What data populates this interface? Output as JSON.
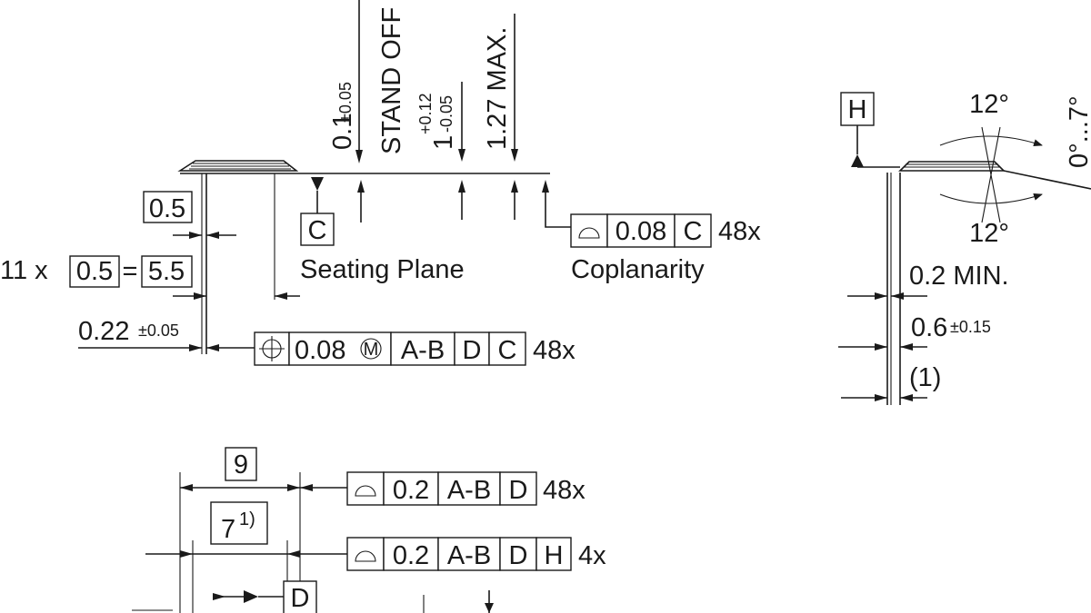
{
  "side_view": {
    "standoff_label": "STAND OFF",
    "standoff_value": "0.1",
    "standoff_tol": "±0.05",
    "height_value": "1",
    "height_tol_plus": "+0.12",
    "height_tol_minus": "-0.05",
    "max_height": "1.27 MAX.",
    "datum_c": "C",
    "seating_plane": "Seating Plane",
    "coplanarity_tol": "0.08",
    "coplanarity_datum": "C",
    "coplanarity_count": "48x",
    "coplanarity_label": "Coplanarity",
    "pitch": "0.5",
    "pitch_prefix": "11 x",
    "pitch_mult": "0.5",
    "pitch_equals": "=",
    "pitch_total": "5.5",
    "lead_width": "0.22",
    "lead_width_tol": "±0.05",
    "position_tol": "0.08",
    "position_modifier": "M",
    "position_datum_1": "A-B",
    "position_datum_2": "D",
    "position_datum_3": "C",
    "position_count": "48x"
  },
  "lead_detail": {
    "datum_h": "H",
    "angle_top": "12°",
    "angle_bottom": "12°",
    "angle_range": "0°...7°",
    "min_thickness": "0.2 MIN.",
    "foot_length": "0.6",
    "foot_tol": "±0.15",
    "ref_length": "(1)"
  },
  "top_view": {
    "body_width": "9",
    "body_inner": "7",
    "body_inner_note": "1)",
    "datum_d": "D",
    "profile_tol_1": "0.2",
    "profile_1_datum_1": "A-B",
    "profile_1_datum_2": "D",
    "profile_1_count": "48x",
    "profile_tol_2": "0.2",
    "profile_2_datum_1": "A-B",
    "profile_2_datum_2": "D",
    "profile_2_datum_3": "H",
    "profile_2_count": "4x"
  }
}
